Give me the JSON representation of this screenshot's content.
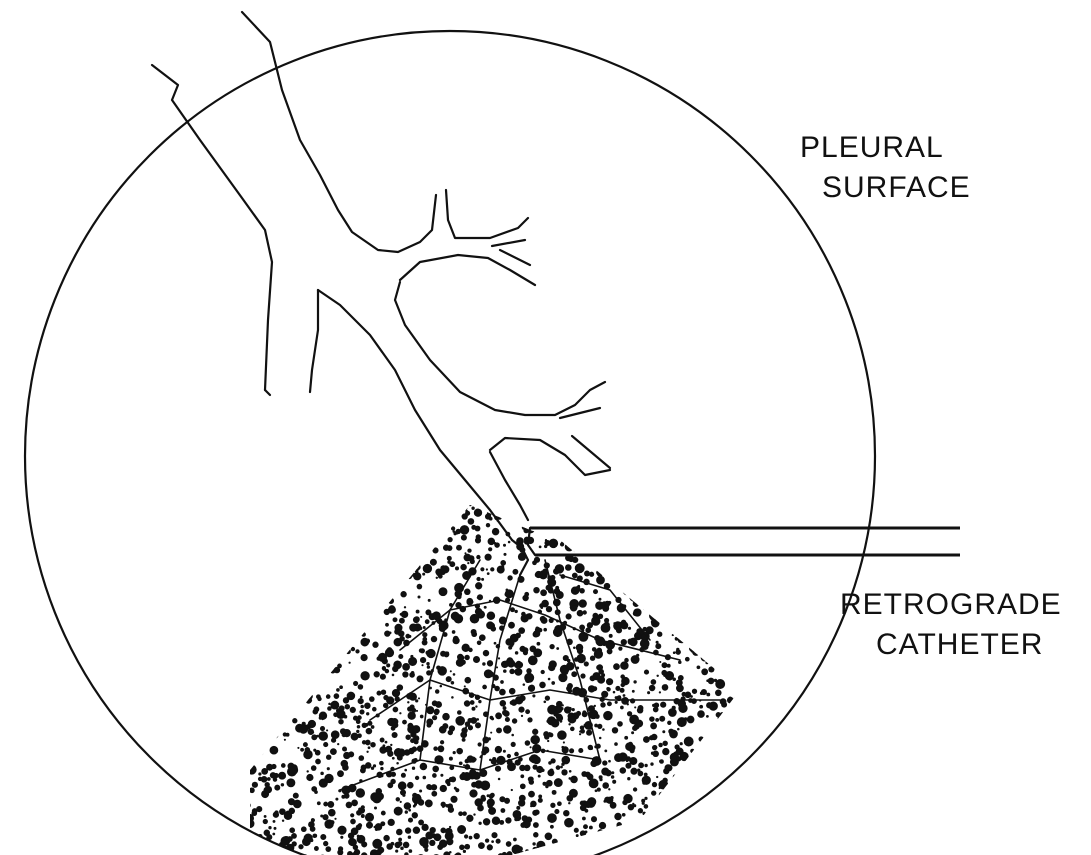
{
  "labels": {
    "pleural_line1": "PLEURAL",
    "pleural_line2": "SURFACE",
    "catheter_line1": "RETROGRADE",
    "catheter_line2": "CATHETER"
  },
  "colors": {
    "ink": "#111111",
    "background": "#ffffff"
  }
}
